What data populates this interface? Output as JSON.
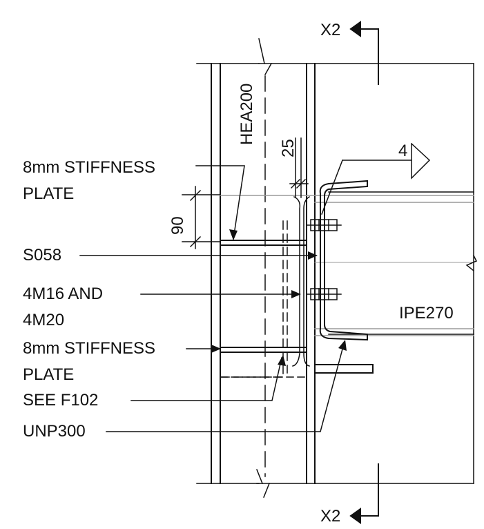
{
  "labels": {
    "section_top": "X2",
    "section_bottom": "X2",
    "column": "HEA200",
    "dim_25": "25",
    "dim_90": "90",
    "weld_size": "4",
    "stiff_top_1": "8mm STIFFNESS",
    "stiff_top_2": "PLATE",
    "s058": "S058",
    "bolts_1": "4M16 AND",
    "bolts_2": "4M20",
    "beam": "IPE270",
    "stiff_bot_1": "8mm STIFFNESS",
    "stiff_bot_2": "PLATE",
    "see_ref": "SEE F102",
    "channel": "UNP300"
  },
  "colors": {
    "ink": "#111111",
    "grey_line": "#9a9a9a",
    "background": "#ffffff"
  }
}
